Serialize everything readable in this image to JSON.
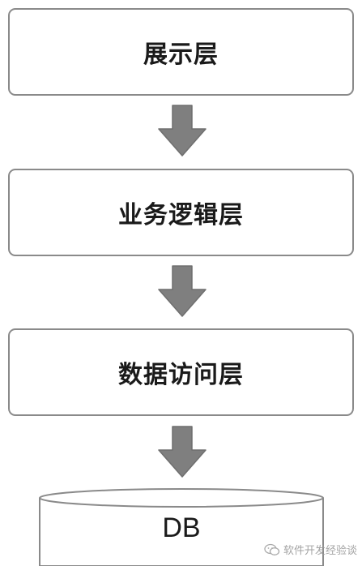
{
  "layers": [
    {
      "id": "presentation",
      "label": "展示层"
    },
    {
      "id": "business",
      "label": "业务逻辑层"
    },
    {
      "id": "data_access",
      "label": "数据访问层"
    }
  ],
  "database": {
    "label": "DB"
  },
  "watermark": {
    "text": "软件开发经验谈",
    "icon": "wechat-icon"
  },
  "colors": {
    "box_border": "#8a8a8a",
    "arrow_fill": "#7f7f7f",
    "arrow_stroke": "#6f6f6f",
    "text": "#1a1a1a"
  }
}
